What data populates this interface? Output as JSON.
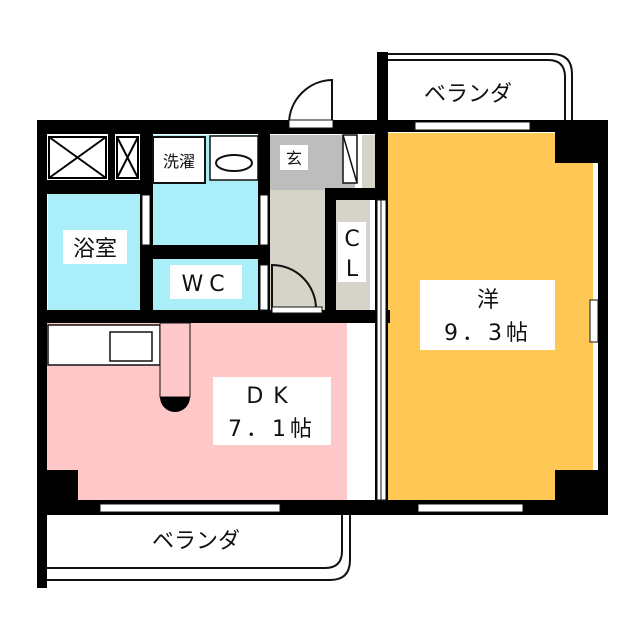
{
  "floorplan": {
    "rooms": {
      "bath": "浴室",
      "laundry": "洗濯",
      "wc": "WC",
      "entrance": "玄",
      "closet_line1": "C",
      "closet_line2": "L",
      "western_room": "洋",
      "western_room_size": "9．3帖",
      "dk": "DK",
      "dk_size": "7．1帖"
    },
    "balcony_top": "ベランダ",
    "balcony_bottom": "ベランダ"
  },
  "colors": {
    "wall": "#000000",
    "wet_area": "#aaeefa",
    "hall": "#d6d3c8",
    "entrance": "#bdbdbd",
    "dk": "#ffc8c8",
    "western": "#ffc854"
  }
}
